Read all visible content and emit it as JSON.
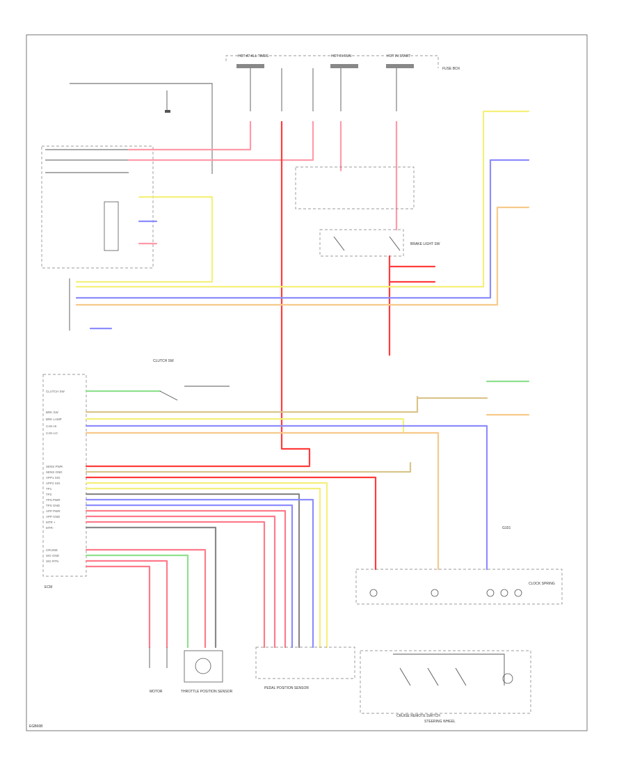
{
  "colors": {
    "red": "#ff7a8a",
    "red_dark": "#ff3b3b",
    "yellow": "#f4f07a",
    "blue": "#8c8cff",
    "orange": "#f7c98a",
    "green": "#8ee08e",
    "gray": "#888888",
    "tan": "#d9c48a",
    "black": "#333333"
  },
  "labels": {
    "footer_code": "EGB66B",
    "clutch_sw": "CLUTCH SW",
    "steering_wheel": "STEERING WHEEL",
    "cruise_switch": "CRUISE REMOTE SWITCH",
    "motor": "MOTOR",
    "throttle_sensor": "THROTTLE POSITION SENSOR",
    "pedal_sensor": "PEDAL POSITION SENSOR",
    "clock_spring": "CLOCK SPRING",
    "ecm": "ECM",
    "hot_at_all_times": "HOT AT ALL TIMES",
    "hot_in_run": "HOT IN RUN",
    "hot_in_start": "HOT IN START",
    "fuse_box": "FUSE BOX",
    "brake_light_sw": "BRAKE LIGHT SW",
    "ground": "G101"
  },
  "ecm_pins": [
    "CLUTCH SW",
    "BRK SW",
    "BRK LAMP",
    "CAN HI",
    "CAN LO",
    "SENS PWR",
    "SENS GND",
    "APP1 SIG",
    "APP2 SIG",
    "TP1",
    "TP2",
    "TPS PWR",
    "TPS GND",
    "APP PWR",
    "APP GND",
    "MTR +",
    "MTR -",
    "CRUISE",
    "SIG GND",
    "SIG RTN"
  ]
}
